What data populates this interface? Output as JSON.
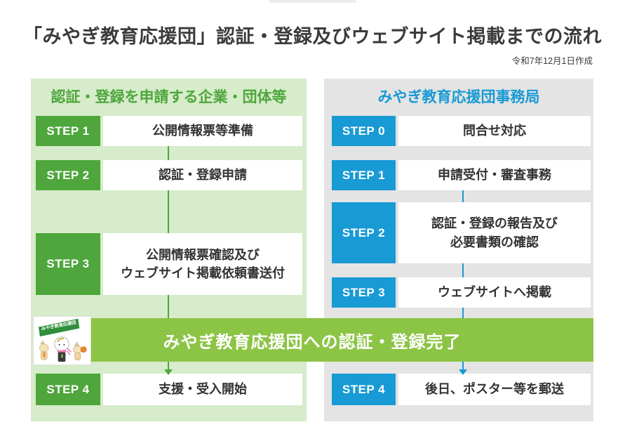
{
  "page": {
    "title": "「みやぎ教育応援団」認証・登録及びウェブサイト掲載までの流れ",
    "date_note": "令和7年12月1日作成"
  },
  "colors": {
    "step_green": "#4ea63c",
    "panel_light_green": "#d6ecca",
    "banner_green": "#8cc445",
    "step_blue": "#189ad5",
    "panel_light_gray": "#e4e4e4",
    "text_dark": "#333333"
  },
  "left_panel": {
    "header": "認証・登録を申請する企業・団体等",
    "steps": [
      {
        "label": "STEP 1",
        "text": "公開情報票等準備"
      },
      {
        "label": "STEP 2",
        "text": "認証・登録申請"
      },
      {
        "label": "STEP 3",
        "text": "公開情報票確認及び\nウェブサイト掲載依頼書送付"
      },
      {
        "label": "STEP 4",
        "text": "支援・受入開始"
      }
    ]
  },
  "right_panel": {
    "header": "みやぎ教育応援団事務局",
    "steps": [
      {
        "label": "STEP 0",
        "text": "問合せ対応"
      },
      {
        "label": "STEP 1",
        "text": "申請受付・審査事務"
      },
      {
        "label": "STEP 2",
        "text": "認証・登録の報告及び\n必要書類の確認"
      },
      {
        "label": "STEP 3",
        "text": "ウェブサイトへ掲載"
      },
      {
        "label": "STEP 4",
        "text": "後日、ポスター等を郵送"
      }
    ]
  },
  "banner": {
    "text": "みやぎ教育応援団への認証・登録完了"
  },
  "mascot": {
    "flag_text": "みやぎ教育応援団"
  }
}
